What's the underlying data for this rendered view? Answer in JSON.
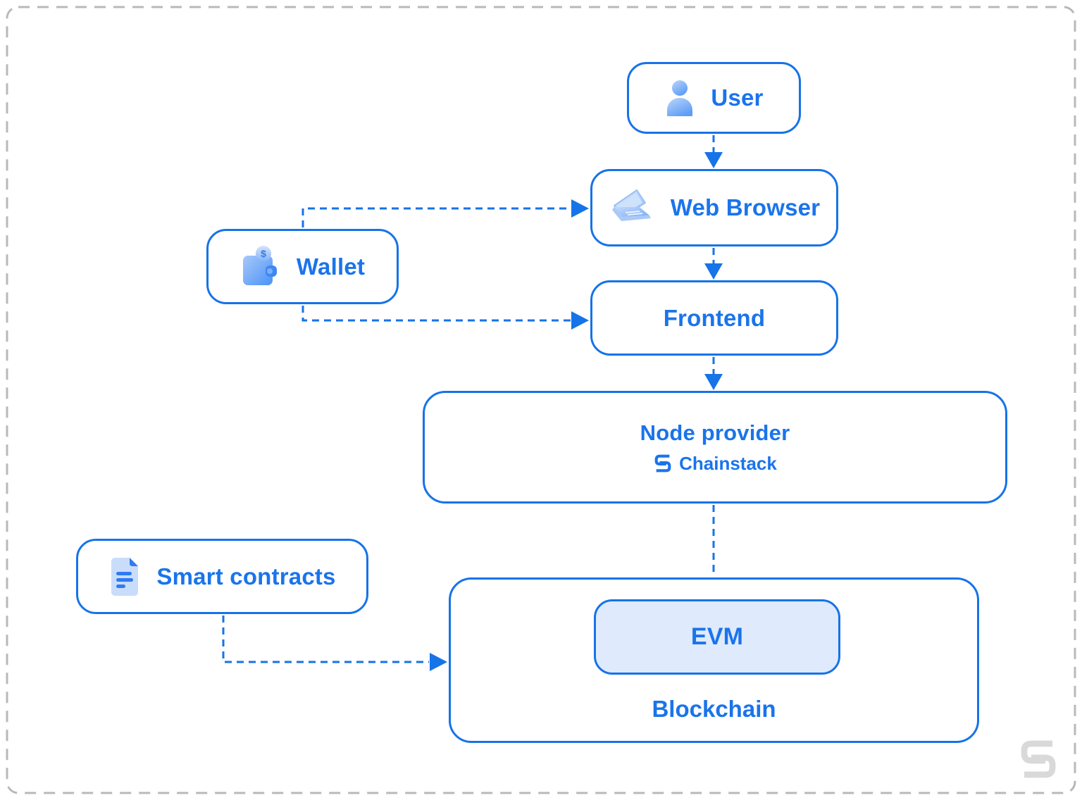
{
  "diagram": {
    "type": "flowchart",
    "topic": "dapp-architecture"
  },
  "colors": {
    "accent_blue": "#1673e8",
    "label_blue": "#1a74eb",
    "evm_fill": "#dfeafc",
    "outer_border_gray": "#b9b9b9",
    "watermark_gray": "#d9d9d9",
    "icon_blue_light": "#b9d4fb",
    "icon_blue_dark": "#4f95f6"
  },
  "nodes": {
    "user": {
      "label": "User",
      "icon": "user-icon"
    },
    "web_browser": {
      "label": "Web Browser",
      "icon": "laptop-icon"
    },
    "wallet": {
      "label": "Wallet",
      "icon": "wallet-icon"
    },
    "frontend": {
      "label": "Frontend"
    },
    "node_provider": {
      "label": "Node provider",
      "brand": "Chainstack",
      "icon": "chainstack-logo"
    },
    "smart_contracts": {
      "label": "Smart contracts",
      "icon": "document-icon"
    },
    "blockchain": {
      "label": "Blockchain"
    },
    "evm": {
      "label": "EVM"
    }
  },
  "edges": [
    {
      "from": "user",
      "to": "web_browser",
      "style": "dashed",
      "arrow": true
    },
    {
      "from": "wallet",
      "to": "web_browser",
      "style": "dashed",
      "arrow": true
    },
    {
      "from": "web_browser",
      "to": "frontend",
      "style": "dashed",
      "arrow": true
    },
    {
      "from": "wallet",
      "to": "frontend",
      "style": "dashed",
      "arrow": true
    },
    {
      "from": "frontend",
      "to": "node_provider",
      "style": "dashed",
      "arrow": true
    },
    {
      "from": "node_provider",
      "to": "blockchain",
      "style": "dashed",
      "arrow": false
    },
    {
      "from": "smart_contracts",
      "to": "blockchain",
      "style": "dashed",
      "arrow": true
    }
  ],
  "watermark": {
    "icon": "chainstack-logo"
  }
}
